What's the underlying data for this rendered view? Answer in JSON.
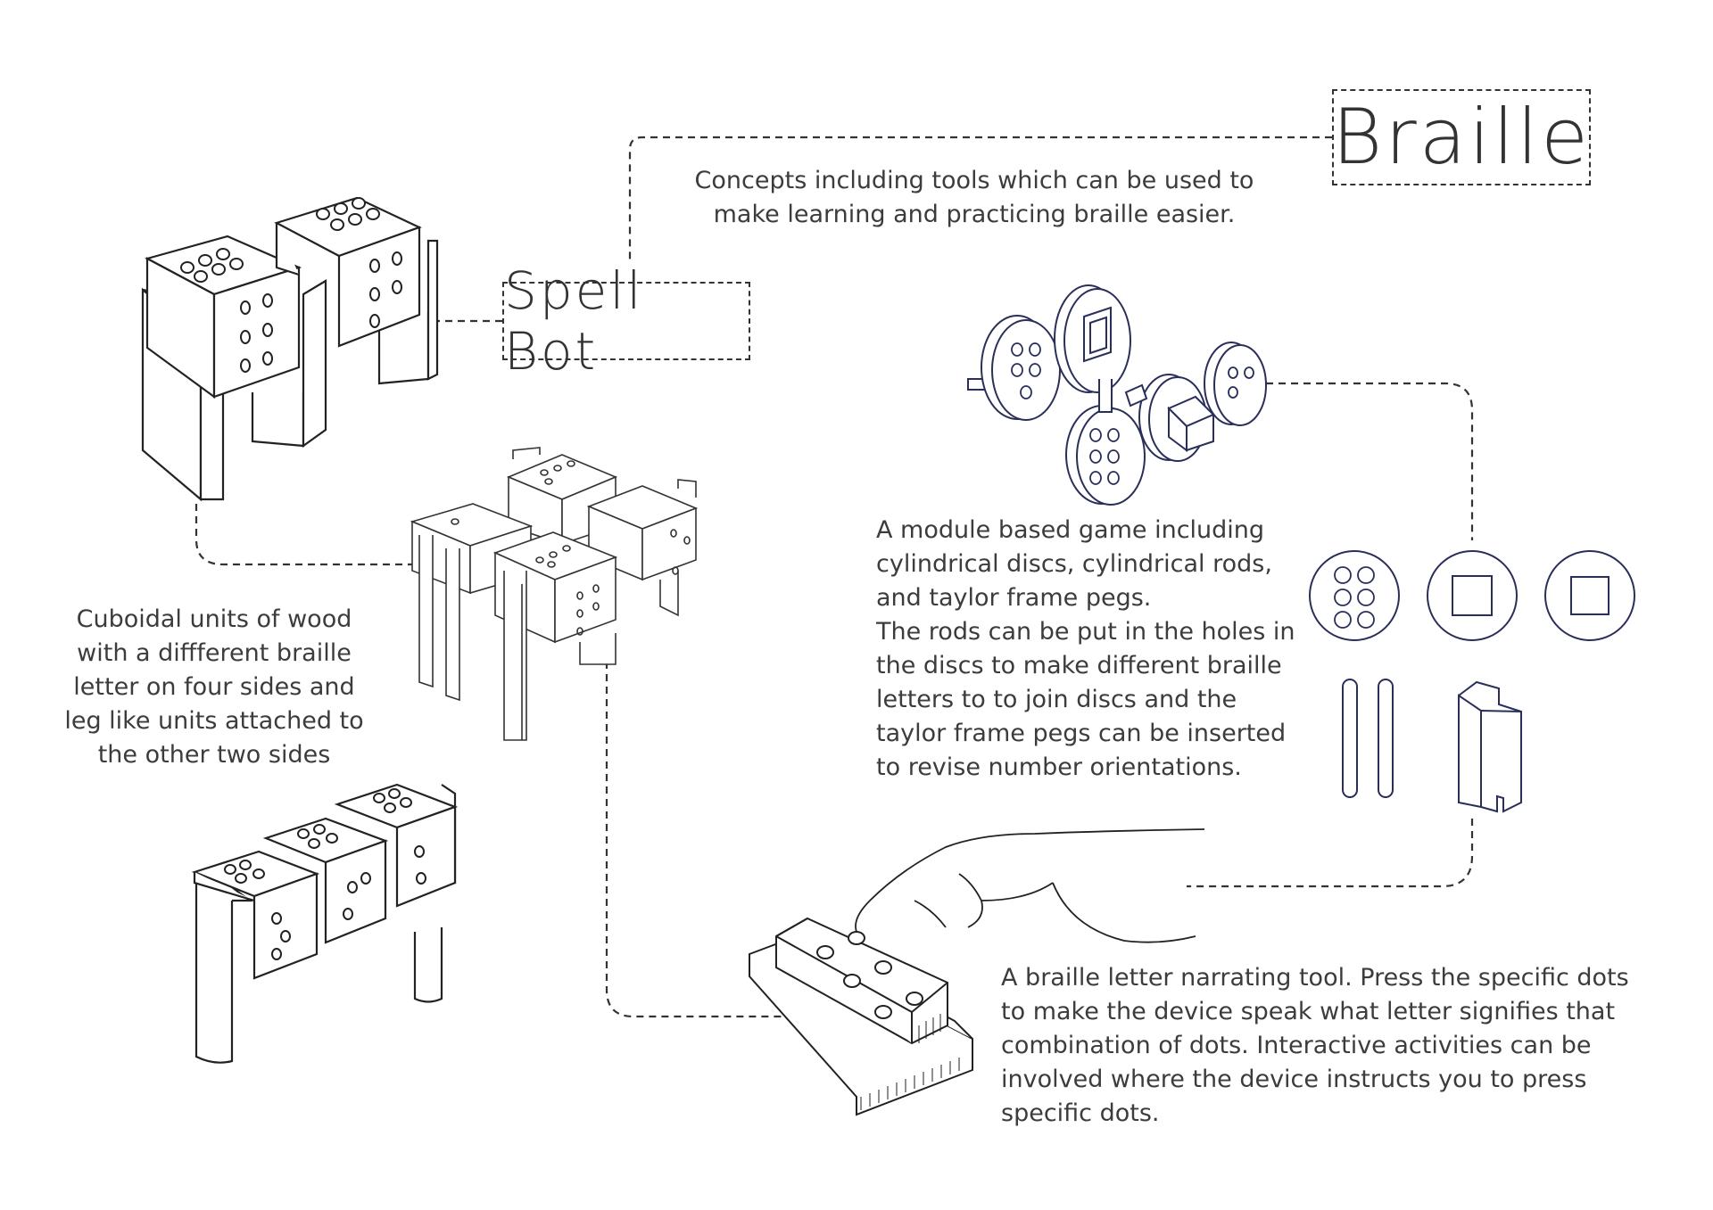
{
  "titles": {
    "braille": "Braille",
    "spell_bot": "Spell Bot"
  },
  "descriptions": {
    "concepts": "Concepts including tools which can be used to\nmake learning and practicing braille easier.",
    "cuboid_units": "Cuboidal units of wood\nwith a diffferent braille\nletter on four sides and\nleg like units attached to\nthe other two sides",
    "module_game": "A module based game including\ncylindrical discs, cylindrical rods,\nand taylor frame pegs.\nThe rods can be put in the holes in\nthe discs to make different braille\nletters to to join discs and the\ntaylor frame pegs can be inserted\nto revise number orientations.",
    "narrating_tool": "A braille letter narrating tool. Press the specific dots\nto make the device speak what letter signifies that\ncombination of dots. Interactive activities can be\ninvolved where the device instructs you to press\nspecific dots."
  },
  "colors": {
    "line": "#333333",
    "navy_line": "#2a2f5a",
    "text": "#3c3c3c"
  }
}
